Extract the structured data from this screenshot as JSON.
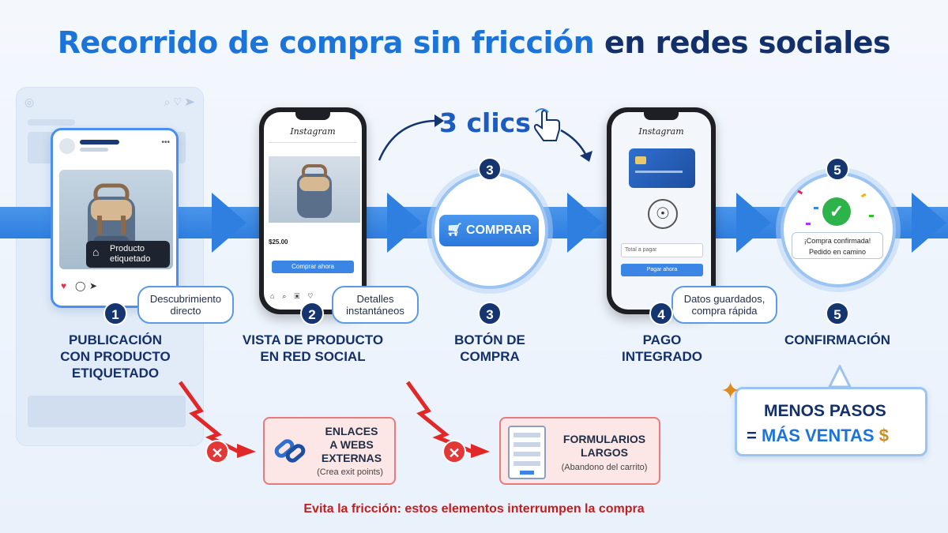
{
  "title": {
    "part1": "Recorrido de compra sin fricción",
    "part2": "en redes sociales"
  },
  "clicks": {
    "label": "3 clics"
  },
  "steps": [
    {
      "num": "1",
      "label_lines": [
        "PUBLICACIÓN",
        "CON PRODUCTO",
        "ETIQUETADO"
      ],
      "bubble_lines": [
        "Descubrimiento",
        "directo"
      ]
    },
    {
      "num": "2",
      "label_lines": [
        "VISTA DE PRODUCTO",
        "EN RED SOCIAL"
      ],
      "bubble_lines": [
        "Detalles",
        "instantáneos"
      ]
    },
    {
      "num": "3",
      "label_lines": [
        "BOTÓN DE",
        "COMPRA"
      ]
    },
    {
      "num": "4",
      "label_lines": [
        "PAGO",
        "INTEGRADO"
      ],
      "bubble_lines": [
        "Datos guardados,",
        "compra rápida"
      ]
    },
    {
      "num": "5",
      "label_lines": [
        "CONFIRMACIÓN"
      ]
    }
  ],
  "card1": {
    "tag_lines": [
      "Producto",
      "etiquetado"
    ]
  },
  "phone2": {
    "app": "Instagram",
    "price": "$25.00",
    "cta": "Comprar ahora"
  },
  "step3": {
    "button": "COMPRAR"
  },
  "phone4": {
    "app": "Instagram",
    "field": "Total a pagar",
    "cta": "Pagar ahora"
  },
  "step5": {
    "line1": "¡Compra confirmada!",
    "line2": "Pedido en camino"
  },
  "friction": [
    {
      "title_lines": [
        "ENLACES",
        "A WEBS",
        "EXTERNAS"
      ],
      "sub": "(Crea exit points)"
    },
    {
      "title_lines": [
        "FORMULARIOS",
        "LARGOS"
      ],
      "sub": "(Abandono del carrito)"
    }
  ],
  "warning": "Evita la fricción: estos elementos interrumpen la compra",
  "summary": {
    "line1": "MENOS PASOS",
    "eq": "=",
    "line2": "MÁS VENTAS"
  },
  "colors": {
    "primary": "#1c74d9",
    "navy": "#14306b",
    "arrow": "#2f7fe0",
    "danger": "#e23838"
  }
}
